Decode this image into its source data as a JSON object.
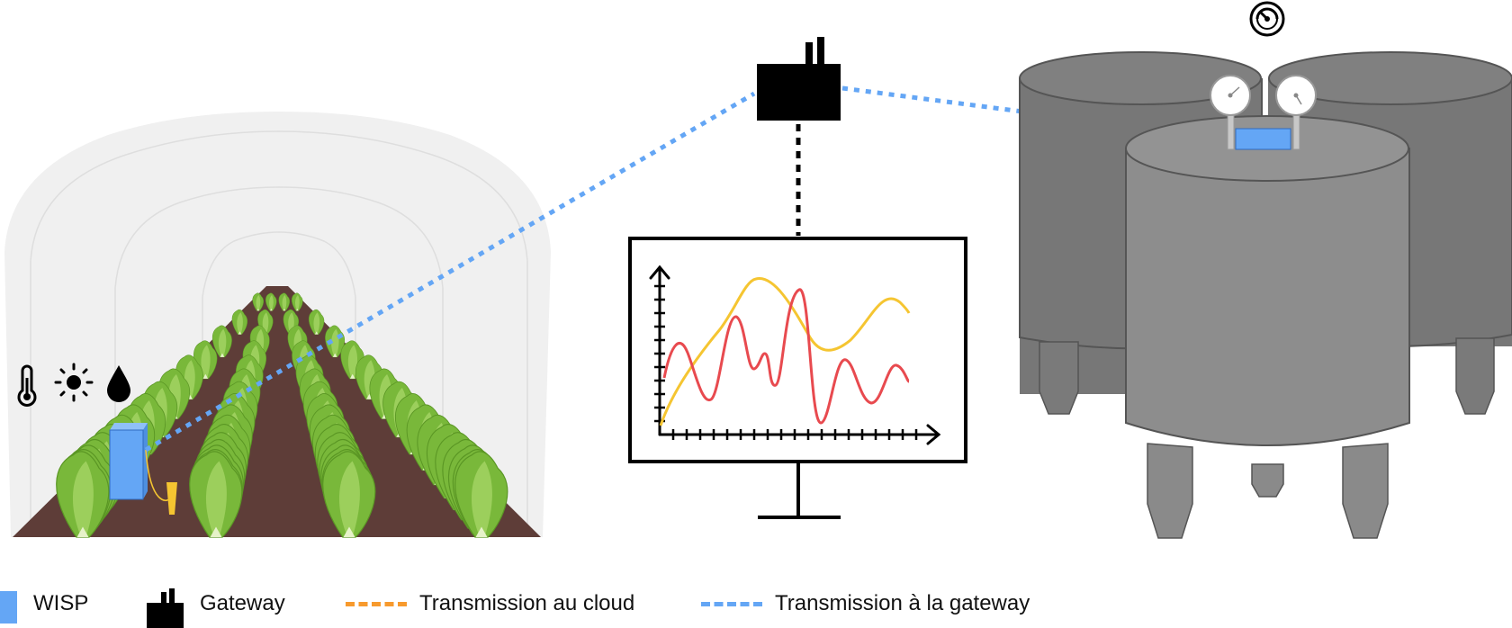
{
  "legend": {
    "wisp_label": "WISP",
    "gateway_label": "Gateway",
    "cloud_label": "Transmission au cloud",
    "gateway_tx_label": "Transmission à la gateway"
  },
  "icons": {
    "sensors": [
      "thermometer-icon",
      "sun-icon",
      "water-drop-icon"
    ],
    "tank_top": "gauge-icon"
  },
  "colors": {
    "wisp": "#64a6f5",
    "gateway": "#000000",
    "cloud_link": "#f79a2d",
    "gateway_link": "#64a6f5",
    "soil": "#5e3d38",
    "greenhouse": "#f0f0f0",
    "lettuce": "#79b83a",
    "tank_light": "#8d8d8d",
    "tank_dark": "#777777",
    "series_yellow": "#f5c531",
    "series_red": "#e84a4f"
  }
}
